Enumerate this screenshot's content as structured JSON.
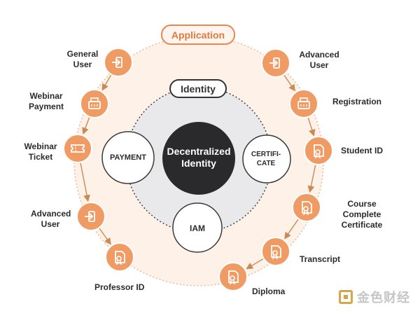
{
  "title": "Application",
  "identity_label": "Identity",
  "center_label": "Decentralized\nIdentity",
  "inner_nodes": {
    "payment": "PAYMENT",
    "certificate": "CERTIFI-\nCATE",
    "iam": "IAM"
  },
  "left_nodes": [
    {
      "label": "General\nUser",
      "icon": "login-icon"
    },
    {
      "label": "Webinar\nPayment",
      "icon": "cash-register-icon"
    },
    {
      "label": "Webinar\nTicket",
      "icon": "ticket-icon"
    },
    {
      "label": "Advanced\nUser",
      "icon": "login-icon"
    },
    {
      "label": "Professor ID",
      "icon": "document-badge-icon"
    }
  ],
  "right_nodes": [
    {
      "label": "Advanced\nUser",
      "icon": "login-icon"
    },
    {
      "label": "Registration",
      "icon": "cash-register-icon"
    },
    {
      "label": "Student ID",
      "icon": "document-badge-icon"
    },
    {
      "label": "Course Complete\nCertificate",
      "icon": "document-badge-icon"
    },
    {
      "label": "Transcript",
      "icon": "document-badge-icon"
    },
    {
      "label": "Diploma",
      "icon": "document-badge-icon"
    }
  ],
  "watermark": "金色财经",
  "colors": {
    "accent": "#ef9b63",
    "accent_dark": "#d97a3c",
    "outer_fill": "#fdf1e8",
    "inner_fill": "#e9e9ec",
    "center_fill": "#2a2a2c",
    "line": "#c98a55"
  }
}
